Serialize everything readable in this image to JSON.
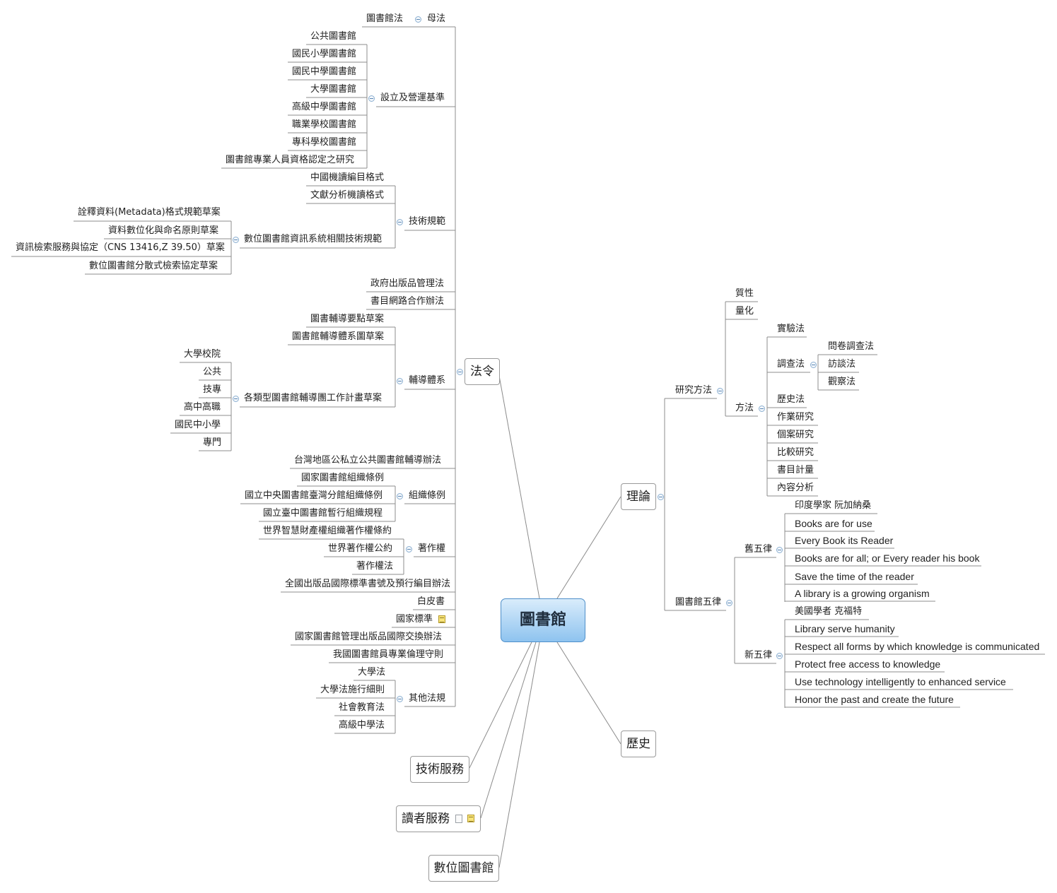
{
  "central": {
    "label": "圖書館"
  },
  "main_topics": {
    "law": "法令",
    "theory": "理論",
    "history": "歷史",
    "tech_services": "技術服務",
    "reader_services": "讀者服務",
    "digital_library": "數位圖書館"
  },
  "law": {
    "mother_law": {
      "label": "母法",
      "children": [
        "圖書館法"
      ]
    },
    "standards": {
      "label": "設立及營運基準",
      "children": [
        "公共圖書館",
        "國民小學圖書館",
        "國民中學圖書館",
        "大學圖書館",
        "高級中學圖書館",
        "職業學校圖書館",
        "專科學校圖書館",
        "圖書館專業人員資格認定之研究"
      ]
    },
    "tech_specs": {
      "label": "技術規範",
      "children": [
        "中國機讀編目格式",
        "文獻分析機讀格式"
      ],
      "digital": {
        "label": "數位圖書館資訊系統相關技術規範",
        "children": [
          "詮釋資料(Metadata)格式規範草案",
          "資料數位化與命名原則草案",
          "資訊檢索服務與協定（CNS 13416,Z 39.50）草案",
          "數位圖書館分散式檢索協定草案"
        ]
      }
    },
    "gov_publications": "政府出版品管理法",
    "bib_network": "書目網路合作辦法",
    "guidance": {
      "label": "輔導體系",
      "children": [
        "圖書輔導要點草案",
        "圖書館輔導體系圖草案"
      ],
      "plan": {
        "label": "各類型圖書館輔導團工作計畫草案",
        "children": [
          "大學校院",
          "公共",
          "技專",
          "高中高職",
          "國民中小學",
          "專門"
        ]
      }
    },
    "taiwan_public": "台灣地區公私立公共圖書館輔導辦法",
    "org_rules": {
      "label": "組織條例",
      "children": [
        "國家圖書館組織條例",
        "國立中央圖書館臺灣分館組織條例",
        "國立臺中圖書館暫行組織規程"
      ]
    },
    "copyright": {
      "label": "著作權",
      "children": [
        "世界智慧財產權組織著作權條約",
        "世界著作權公約",
        "著作權法"
      ]
    },
    "isbn": "全國出版品國際標準書號及預行編目辦法",
    "white_paper": "白皮書",
    "national_standard": "國家標準",
    "exchange": "國家圖書館管理出版品國際交換辦法",
    "ethics": "我國圖書館員專業倫理守則",
    "other": {
      "label": "其他法規",
      "children": [
        "大學法",
        "大學法施行細則",
        "社會教育法",
        "高級中學法"
      ]
    }
  },
  "theory": {
    "research": {
      "label": "研究方法",
      "qualitative": "質性",
      "quantitative": "量化",
      "methods": {
        "label": "方法",
        "experiment": "實驗法",
        "survey": {
          "label": "調查法",
          "children": [
            "問卷調查法",
            "訪談法",
            "觀察法"
          ]
        },
        "others": [
          "歷史法",
          "作業研究",
          "個案研究",
          "比較研究",
          "書目計量",
          "內容分析"
        ]
      }
    },
    "five_laws": {
      "label": "圖書館五律",
      "old": {
        "label": "舊五律",
        "author": "印度學家 阮加納桑",
        "laws": [
          "Books are for use",
          "Every Book its Reader",
          "Books are for all; or Every reader his book",
          "Save the time of the reader",
          "A library is a growing organism"
        ]
      },
      "new": {
        "label": "新五律",
        "author": "美國學者  克福特",
        "laws": [
          "Library serve humanity",
          "Respect all forms by which knowledge is communicated",
          "Protect free access to knowledge",
          "Use technology intelligently to enhanced service",
          "Honor the past and create the future"
        ]
      }
    }
  },
  "colors": {
    "line": "#8c8c8c",
    "central_fill": "#a9d3f5",
    "central_border": "#4f8fc9",
    "collapse": "#8aaed0"
  },
  "icons": [
    "collapse-toggle-icon",
    "note-icon",
    "document-icon"
  ]
}
